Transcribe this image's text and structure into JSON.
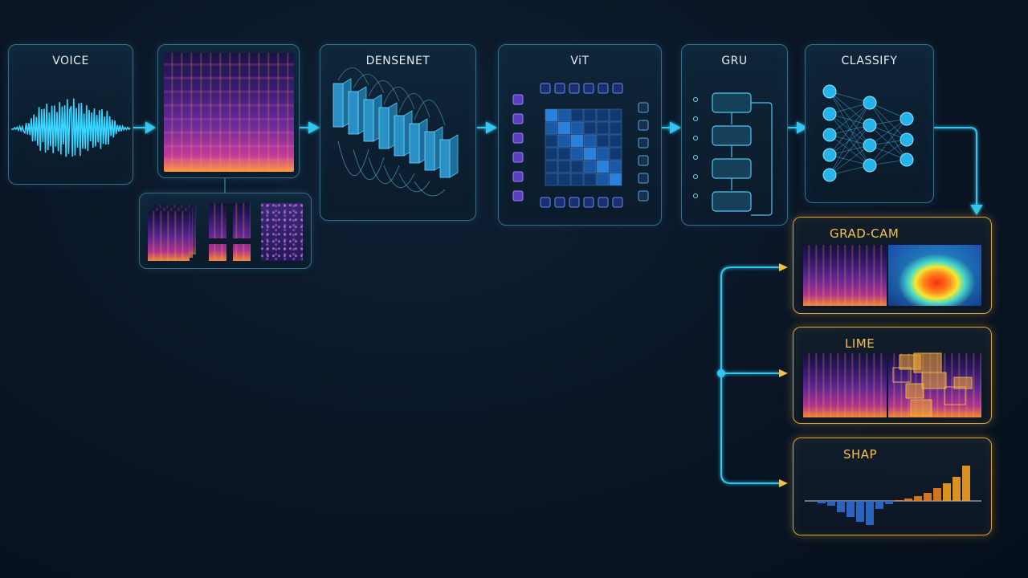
{
  "pipeline": {
    "voice": "VOICE",
    "densenet": "DENSENET",
    "vit": "ViT",
    "gru": "GRU",
    "classify": "CLASSIFY"
  },
  "xai": {
    "gradcam": "GRAD-CAM",
    "lime": "LIME",
    "shap": "SHAP"
  },
  "colors": {
    "accent_cyan": "#33c6f0",
    "xai_gold": "#f3c14e",
    "background": "#0a1626"
  }
}
